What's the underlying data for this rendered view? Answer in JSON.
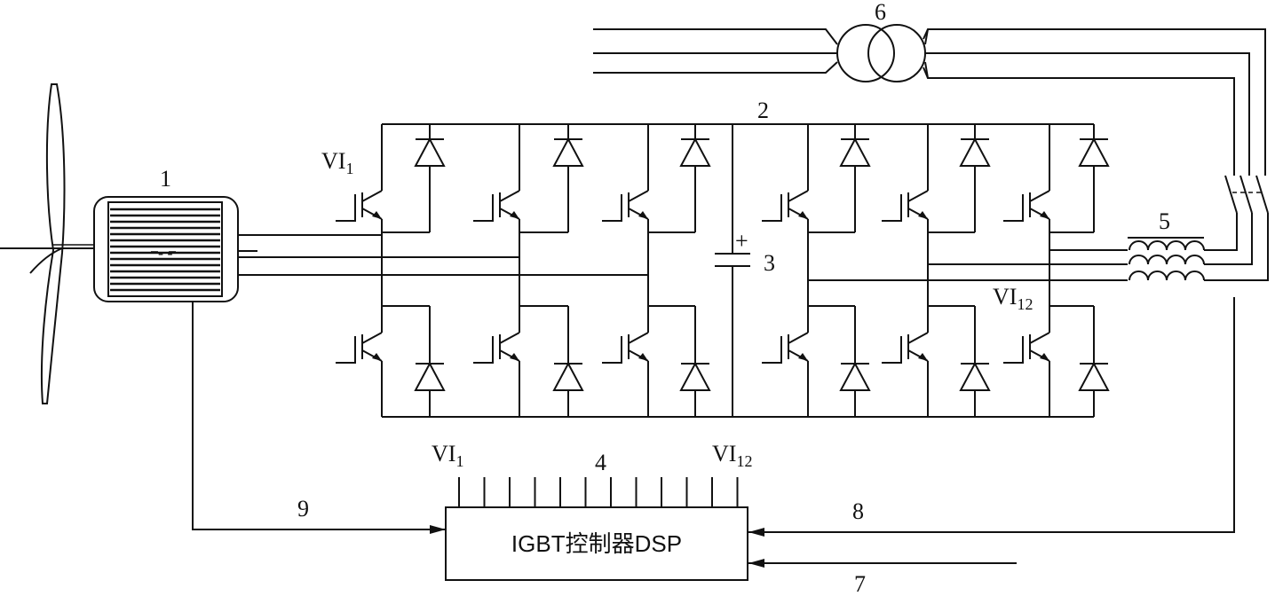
{
  "labels": {
    "generator": "1",
    "converter": "2",
    "capacitor": "3",
    "controller": "4",
    "filter_inductor": "5",
    "transformer": "6",
    "input_7": "7",
    "feedback_8": "8",
    "feedback_9": "9",
    "igbt_first_main": "VI",
    "igbt_first_sub": "1",
    "igbt_last_main": "VI",
    "igbt_last_sub": "12",
    "capacitor_plus": "+",
    "generator_center": "- -"
  },
  "controller_box": {
    "title": "IGBT控制器DSP",
    "pin_first_main": "VI",
    "pin_first_sub": "1",
    "pin_last_main": "VI",
    "pin_last_sub": "12"
  },
  "colors": {
    "line": "#111111",
    "background": "#ffffff"
  }
}
